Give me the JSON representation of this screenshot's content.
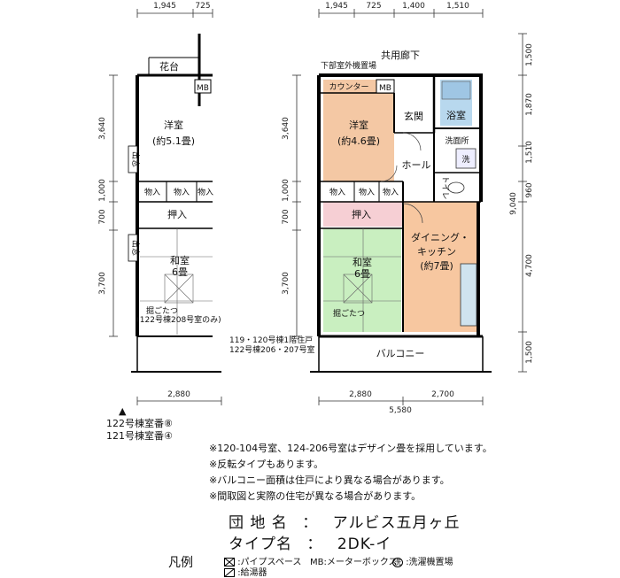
{
  "dimensions": {
    "top": [
      "1,945",
      "725",
      "1,400",
      "1,510"
    ],
    "top_left": [
      "1,945",
      "725"
    ],
    "left": [
      "3,640",
      "1,000",
      "700",
      "3,700"
    ],
    "right": [
      "1,500",
      "1,870",
      "1,510",
      "960",
      "9,040",
      "4,700",
      "1,500"
    ],
    "bottom": [
      "2,880",
      "2,700",
      "5,580"
    ],
    "bottom_left": "2,880"
  },
  "rooms": {
    "corridor": "共用廊下",
    "outdoor_unit": "下部室外機置場",
    "counter": "カウンター",
    "mb": "MB",
    "entrance": "玄関",
    "bath": "浴室",
    "western_name": "洋室",
    "western_size": "(約4.6畳)",
    "hall": "ホール",
    "washroom": "洗面所",
    "wash_symbol": "洗",
    "toilet": "トイレ",
    "storage": [
      "物入",
      "物入",
      "物入"
    ],
    "closet": "押入",
    "japanese_name": "和室",
    "japanese_size": "6畳",
    "kotatsu": "掘ごたつ",
    "dining_1": "ダイニング・",
    "dining_2": "キッチン",
    "dining_size": "(約7畳)",
    "balcony": "バルコニー",
    "floor_note_1": "119・120号棟1階住戸",
    "floor_note_2": "122号棟206・207号室"
  },
  "variant": {
    "flowerbed": "花台",
    "mb": "MB",
    "western_name": "洋室",
    "western_size": "(約5.1畳)",
    "window": "出窓",
    "storage": [
      "物入",
      "物入",
      "物入"
    ],
    "closet": "押入",
    "japanese_name": "和室",
    "japanese_size": "6畳",
    "kotatsu": "掘ごたつ",
    "kotatsu_note": "(122号棟208号室のみ)"
  },
  "room_numbers": {
    "marker": "▲",
    "line1": "122号棟室番⑧",
    "line2": "121号棟室番④"
  },
  "notes": [
    "※120-104号室、124-206号室はデザイン畳を採用しています。",
    "※反転タイプもあります。",
    "※バルコニー面積は住戸により異なる場合があります。",
    "※間取図と実際の住宅が異なる場合があります。"
  ],
  "info": {
    "estate_label": "団 地 名",
    "estate_value": "アルビス五月ヶ丘",
    "type_label": "タイプ名",
    "type_value": "2DK-イ",
    "colon": "："
  },
  "legend": {
    "title": "凡例",
    "pipe_space": ":パイプスペース",
    "mb_label": "MB:メーターボックス",
    "wash_symbol": "洗",
    "washer": ":洗濯機置場",
    "water_heater": ":給湯器"
  },
  "colors": {
    "western_room": "#f4c8a4",
    "japanese_room": "#c9efc0",
    "closet": "#f6cfd4",
    "dining_kitchen": "#f7c7a0",
    "bath": "#b8d8ee",
    "wall": "#000000"
  }
}
